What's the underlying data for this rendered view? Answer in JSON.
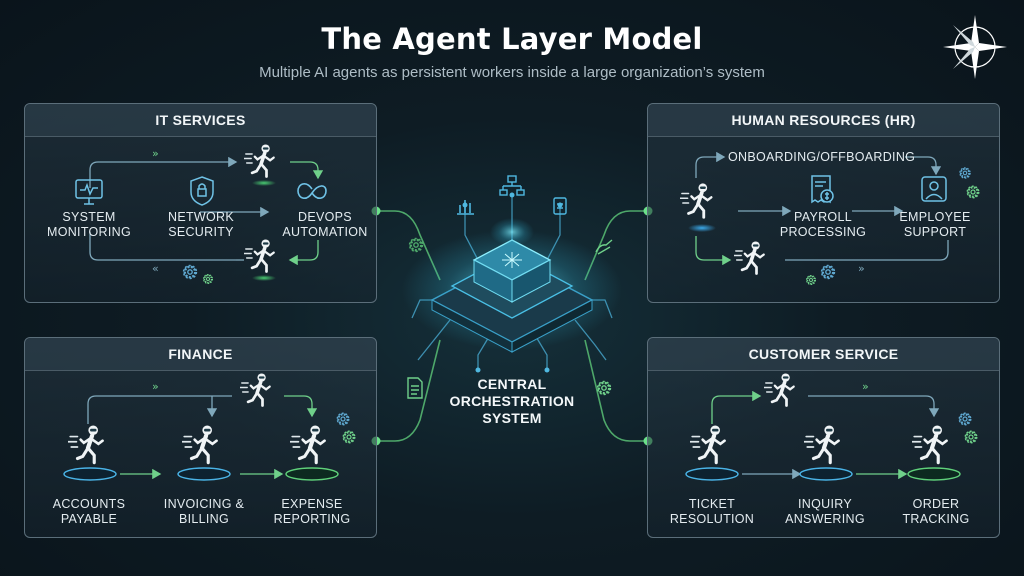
{
  "title": "The Agent Layer Model",
  "subtitle": "Multiple AI agents as persistent workers inside a large organization’s system",
  "center": {
    "label": "CENTRAL\nORCHESTRATION\nSYSTEM"
  },
  "panels": {
    "it": {
      "title": "IT SERVICES",
      "items": [
        "SYSTEM\nMONITORING",
        "NETWORK\nSECURITY",
        "DEVOPS\nAUTOMATION"
      ]
    },
    "hr": {
      "title": "HUMAN RESOURCES (HR)",
      "flow_label": "ONBOARDING/OFFBOARDING",
      "items": [
        "PAYROLL\nPROCESSING",
        "EMPLOYEE\nSUPPORT"
      ]
    },
    "finance": {
      "title": "FINANCE",
      "items": [
        "ACCOUNTS\nPAYABLE",
        "INVOICING &\nBILLING",
        "EXPENSE\nREPORTING"
      ]
    },
    "cs": {
      "title": "CUSTOMER SERVICE",
      "items": [
        "TICKET\nRESOLUTION",
        "INQUIRY\nANSWERING",
        "ORDER\nTRACKING"
      ]
    }
  },
  "icons": {
    "compass": "compass-rose-icon",
    "agent": "running-agent-icon",
    "gear": "gear-icon",
    "monitor": "monitor-icon",
    "shield": "shield-lock-icon",
    "devops": "infinity-loop-icon",
    "payroll": "receipt-dollar-icon",
    "support": "person-badge-icon",
    "document": "document-icon",
    "chart": "bar-chart-icon",
    "hierarchy": "org-hierarchy-icon",
    "clipboard": "clipboard-icon",
    "handshake": "hand-icon"
  },
  "colors": {
    "accent_blue": "#4ab3e6",
    "accent_green": "#5fd07a",
    "panel_border": "#5b6e7a",
    "background": "#0e1c24"
  }
}
